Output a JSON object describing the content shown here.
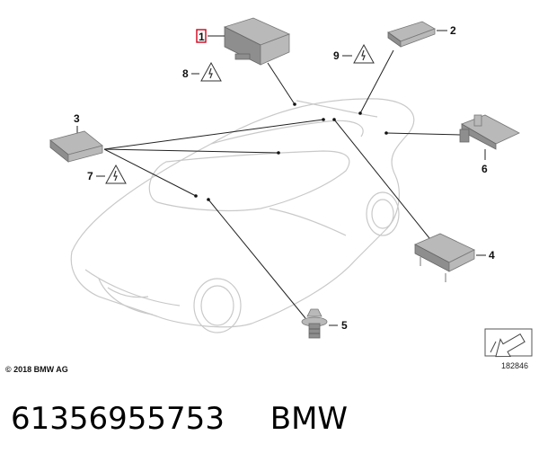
{
  "callouts": [
    "1",
    "2",
    "3",
    "4",
    "5",
    "6",
    "7",
    "8",
    "9"
  ],
  "copyright": "© 2018 BMW AG",
  "diagram_number": "182846",
  "caption": {
    "part_number": "61356955753",
    "brand": "BMW"
  },
  "icons": {
    "warning": "warning-triangle-icon",
    "navigation": "corner-arrow-icon"
  },
  "colors": {
    "highlight_box": "#d0021b",
    "part_fill": "#b9b9b9",
    "car_outline": "#c9c9c9"
  }
}
